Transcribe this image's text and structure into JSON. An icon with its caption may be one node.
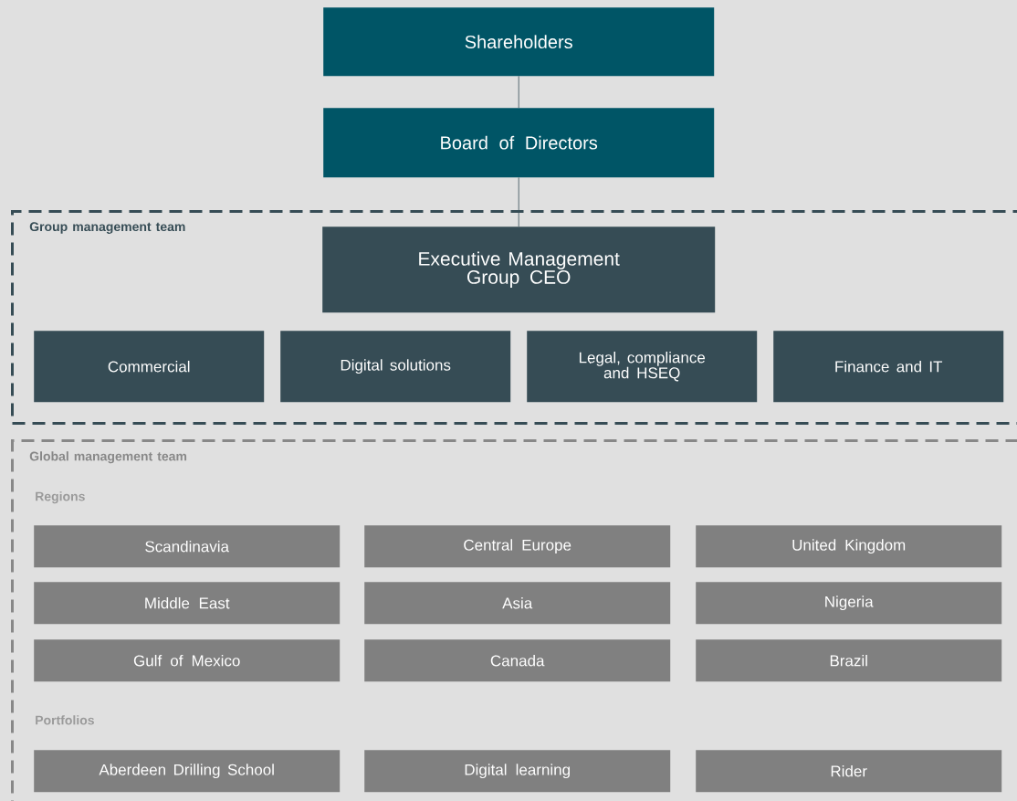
{
  "diagram": {
    "nodes": [
      {
        "text": [
          "Shareholders"
        ]
      },
      {
        "text": [
          "Board of Directors"
        ]
      },
      {
        "text": [
          "Group management team"
        ]
      },
      {
        "text": [
          "Executive Management Group CEO"
        ],
        "in": 2
      },
      {
        "text": [
          "Commercial"
        ],
        "in": 2
      },
      {
        "text": [
          "Digital solutions"
        ],
        "in": 2
      },
      {
        "text": [
          "Legal, compliance and HSEQ"
        ],
        "in": 2
      },
      {
        "text": [
          "Finance and IT"
        ],
        "in": 2
      },
      {
        "text": [
          "Global management team"
        ]
      },
      {
        "text": [
          "Scandinavia"
        ],
        "in": 8
      },
      {
        "text": [
          "Central Europe"
        ],
        "in": 8
      },
      {
        "text": [
          "United Kingdom"
        ],
        "in": 8
      },
      {
        "text": [
          "Middle East"
        ],
        "in": 8
      },
      {
        "text": [
          "Asia"
        ],
        "in": 8
      },
      {
        "text": [
          "Nigeria"
        ],
        "in": 8
      },
      {
        "text": [
          "Gulf of Mexico"
        ],
        "in": 8
      },
      {
        "text": [
          "Canada"
        ],
        "in": 8
      },
      {
        "text": [
          "Brazil"
        ],
        "in": 8
      },
      {
        "text": [
          "Aberdeen Drilling School"
        ],
        "in": 8
      },
      {
        "text": [
          "Digital learning"
        ],
        "in": 8
      },
      {
        "text": [
          "Rider"
        ],
        "in": 8
      }
    ],
    "edges": [
      {
        "from": 0,
        "to": 1,
        "arrow": "none"
      },
      {
        "from": 1,
        "to": 3,
        "arrow": "none"
      }
    ],
    "labels": [
      "Regions",
      "Portfolios"
    ]
  }
}
